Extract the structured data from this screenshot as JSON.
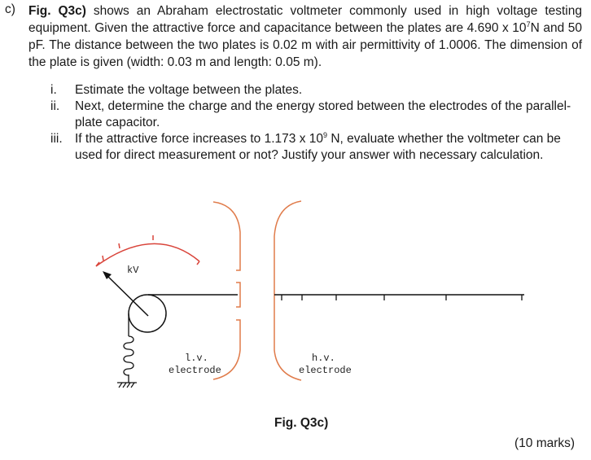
{
  "question": {
    "label": "c)",
    "fig_ref": "Fig. Q3c)",
    "text_1": " shows an Abraham electrostatic voltmeter commonly used in high voltage testing equipment. Given the attractive force and capacitance between the plates are 4.690 x 10",
    "exp_1": "7",
    "text_2": "N and 50 pF. The distance between the two plates is 0.02 m with air permittivity of 1.0006. The dimension of the plate is given (width: 0.03 m and length: 0.05 m)."
  },
  "items": [
    {
      "num": "i.",
      "text": "Estimate the voltage between the plates."
    },
    {
      "num": "ii.",
      "text": "Next, determine the charge and the energy stored between the electrodes of the parallel-plate capacitor."
    },
    {
      "num": "iii.",
      "text_1": "If the attractive force increases to 1.173 x 10",
      "exp": "9",
      "text_2": " N, evaluate whether the voltmeter can be used for direct measurement or not? Justify your answer with necessary calculation."
    }
  ],
  "figure": {
    "meter_unit": "kV",
    "lv_label_1": "l.v.",
    "lv_label_2": "electrode",
    "hv_label_1": "h.v.",
    "hv_label_2": "electrode",
    "electrode_color": "#e07b4a",
    "scale_color": "#d9443a",
    "caption": "Fig. Q3c)"
  },
  "marks": "(10 marks)"
}
